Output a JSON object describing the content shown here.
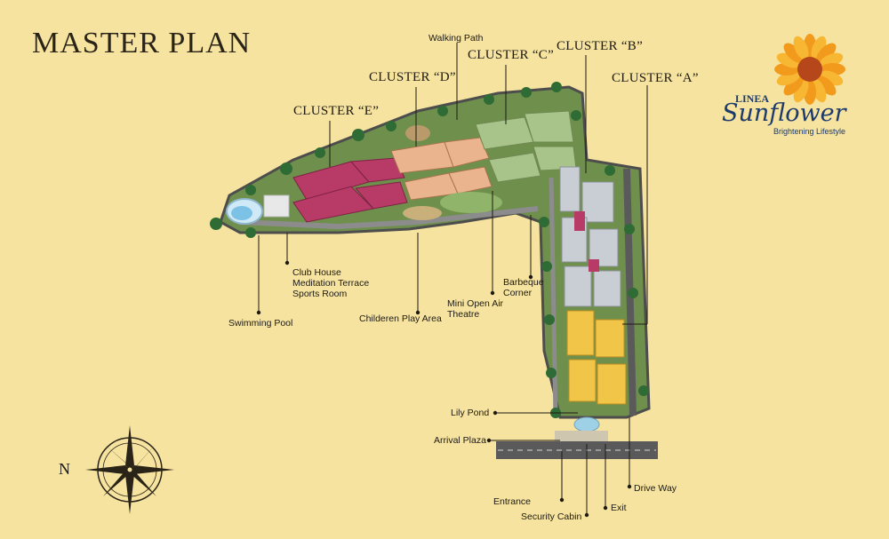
{
  "page": {
    "title": "MASTER PLAN"
  },
  "brand": {
    "prefix": "LINEA",
    "name": "Sunflower",
    "tagline": "Brightening Lifestyle"
  },
  "compass": {
    "north_label": "N"
  },
  "clusters": {
    "a": "CLUSTER “A”",
    "b": "CLUSTER “B”",
    "c": "CLUSTER “C”",
    "d": "CLUSTER “D”",
    "e": "CLUSTER “E”"
  },
  "amenities": {
    "walking_path": "Walking Path",
    "club_house": [
      "Club House",
      "Meditation Terrace",
      "Sports Room"
    ],
    "swimming_pool": "Swimming Pool",
    "children_play_area": "Childeren Play Area",
    "mini_open_air_theatre": [
      "Mini Open Air",
      "Theatre"
    ],
    "barbeque_corner": [
      "Barbeque",
      "Corner"
    ],
    "lily_pond": "Lily Pond",
    "arrival_plaza": "Arrival Plaza",
    "entrance": "Entrance",
    "security_cabin": "Security Cabin",
    "exit": "Exit",
    "drive_way": "Drive Way"
  },
  "colors": {
    "background": "#f6e39f",
    "cluster_a": "#f0c548",
    "cluster_b": "#c9cdd4",
    "cluster_c": "#a9c48a",
    "cluster_d": "#e9b48e",
    "cluster_e": "#b83a66",
    "landscape": "#7a9c52",
    "road": "#5b5a5a",
    "sunflower_petal": "#f29a1c",
    "sunflower_center": "#b5471a"
  }
}
